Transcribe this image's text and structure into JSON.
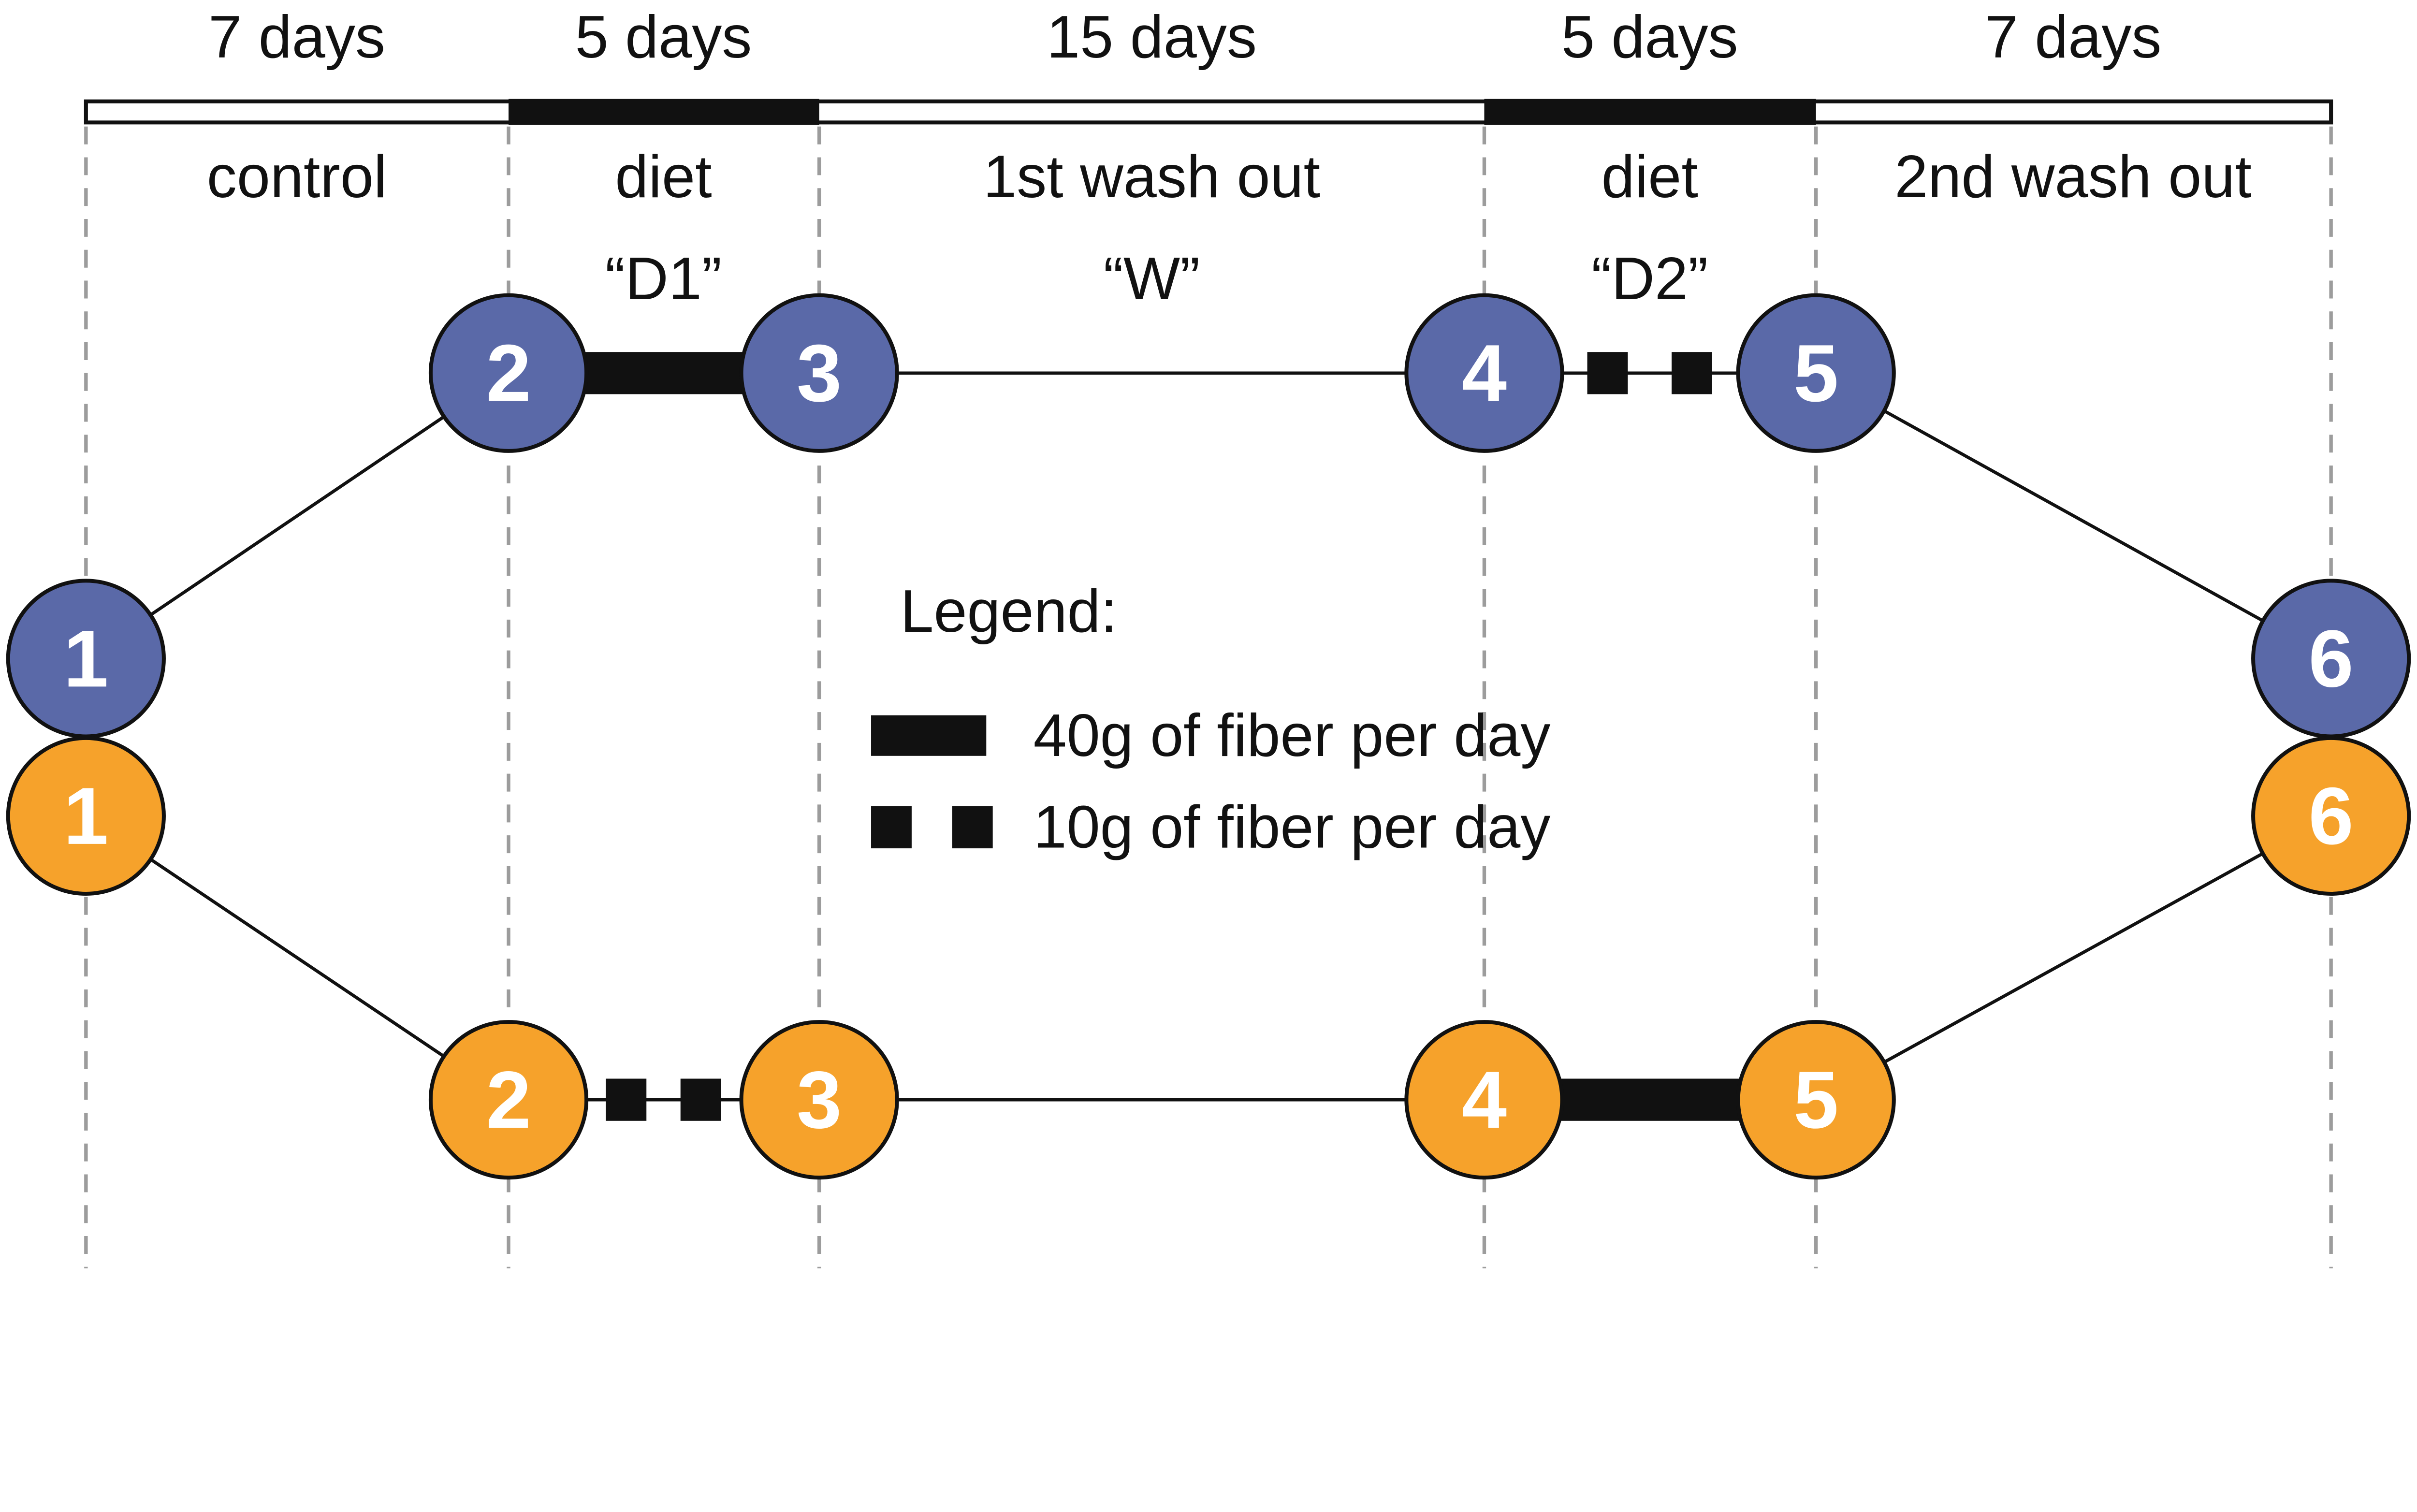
{
  "figure": {
    "type": "crossover-study-timeline",
    "background": "#ffffff",
    "timeline": {
      "phases": [
        {
          "duration": "7 days",
          "label": "control",
          "bar": "white"
        },
        {
          "duration": "5 days",
          "label": "diet",
          "bar": "black",
          "code": "“D1”"
        },
        {
          "duration": "15 days",
          "label": "1st wash out",
          "bar": "white",
          "code": "“W”"
        },
        {
          "duration": "5 days",
          "label": "diet",
          "bar": "black",
          "code": "“D2”"
        },
        {
          "duration": "7 days",
          "label": "2nd wash out",
          "bar": "white"
        }
      ]
    },
    "arms": {
      "top": {
        "color": "#5a69a8",
        "timepoints": [
          "1",
          "2",
          "3",
          "4",
          "5",
          "6"
        ]
      },
      "bottom": {
        "color": "#f6a22b",
        "timepoints": [
          "1",
          "2",
          "3",
          "4",
          "5",
          "6"
        ]
      }
    },
    "legend": {
      "title": "Legend:",
      "items": [
        {
          "symbol": "thick-black-bar",
          "label": "40g of fiber per day"
        },
        {
          "symbol": "two-black-squares",
          "label": "10g of fiber per day"
        }
      ]
    },
    "colors": {
      "top_arm_blue": "#5a69a8",
      "bottom_arm_orange": "#f6a22b",
      "ink_black": "#111111",
      "guide_gray": "#9c9c9c",
      "number_white": "#ffffff"
    }
  }
}
